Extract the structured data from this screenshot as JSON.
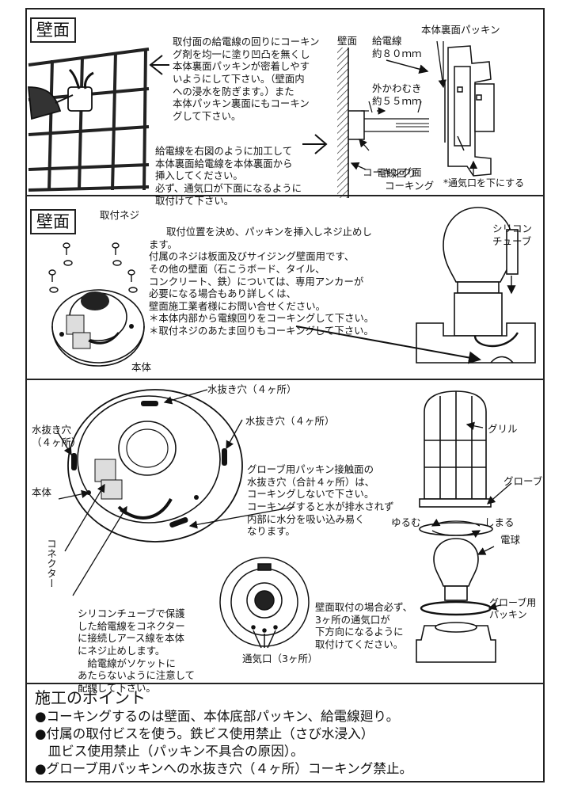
{
  "section1": {
    "tag": "壁面",
    "note1": [
      "取付面の給電線の回りにコーキン",
      "グ剤を均一に塗り凹凸を無くし",
      "本体裏面パッキンが密着しやす",
      "いようにして下さい。（壁面内",
      "への浸水を防ぎます。）また",
      "本体パッキン裏面にもコーキン",
      "グして下さい。"
    ],
    "note2": [
      "給電線を右図のように加工して",
      "本体裏面給電線を本体裏面から",
      "挿入してください。",
      "必ず、通気口が下面になるように",
      "取付けて下さい。"
    ],
    "label_wall": "壁面",
    "label_cable": "給電線",
    "label_cable_len": "約８０ｍｍ",
    "label_sheath": "外かわむき",
    "label_sheath_len": "約５５ｍｍ",
    "label_caulk_around": [
      "電線回り",
      "コーキング"
    ],
    "label_caulk_face": "コーキング面",
    "label_back_packing": "本体裏面パッキン",
    "label_vent_down": "*通気口を下にする"
  },
  "section2": {
    "tag": "壁面",
    "label_screw": "取付ネジ",
    "label_body": "本体",
    "label_silicone": [
      "シリコン",
      "チューブ"
    ],
    "note": [
      "取付位置を決め、パッキンを挿入しネジ止めし",
      "ます。",
      "付属のネジは板面及びサイジング壁面用です、",
      "その他の壁面（石こうボード、タイル、",
      "コンクリート、鉄）については、専用アンカーが",
      "必要になる場合もあり詳しくは、",
      "壁面施工業者様にお問い合せください。",
      "＊本体内部から電線回りをコーキングして下さい。",
      "＊取付ネジのあたま回りもコーキングして下さい。"
    ]
  },
  "section3": {
    "label_drain_top": "水抜き穴（４ヶ所）",
    "label_drain_left": [
      "水抜き穴",
      "（４ヶ所）"
    ],
    "label_drain_right": "水抜き穴（４ヶ所）",
    "label_body": "本体",
    "label_connector": "コネクター",
    "note_glove_packing": [
      "グローブ用パッキン接触面の",
      "水抜き穴（合計４ヶ所）は、",
      "コーキングしないで下さい。",
      "コーキングすると水が排水されず",
      "内部に水分を吸い込み易く",
      "なります。"
    ],
    "note_silicone": [
      "シリコンチューブで保護",
      "した給電線をコネクター",
      "に接続しアース線を本体",
      "にネジ止めします。",
      "　給電線がソケットに",
      "あたらないように注意して",
      "配線して下さい。"
    ],
    "label_vent3": "通気口（3ヶ所）",
    "note_vent": [
      "壁面取付の場合必ず、",
      "3ヶ所の通気口が",
      "下方向になるように",
      "取付けてください。"
    ],
    "label_grill": "グリル",
    "label_globe": "グローブ",
    "label_loosen": "ゆるむ",
    "label_tighten": "しまる",
    "label_bulb": "電球",
    "label_globe_packing": [
      "グローブ用",
      "パッキン"
    ]
  },
  "points": {
    "title": "施工のポイント",
    "lines": [
      "●コーキングするのは壁面、本体底部パッキン、給電線廻り。",
      "●付属の取付ビスを使う。鉄ビス使用禁止（さび水浸入）",
      "　皿ビス使用禁止（パッキン不具合の原因）。",
      "●グローブ用パッキンへの水抜き穴（４ヶ所）コーキング禁止。"
    ]
  }
}
